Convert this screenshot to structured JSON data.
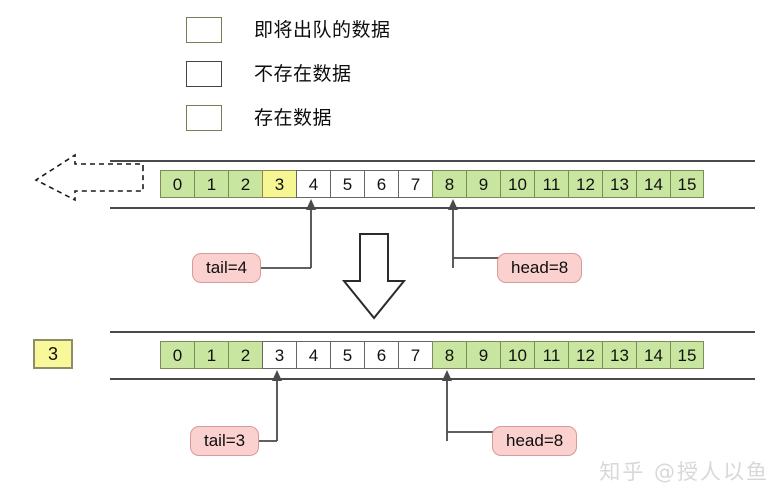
{
  "legend": {
    "items": [
      {
        "label": "即将出队的数据",
        "swatch": "yellow",
        "color": "#F6F694"
      },
      {
        "label": "不存在数据",
        "swatch": "white",
        "color": "#FFFFFF"
      },
      {
        "label": "存在数据",
        "swatch": "green",
        "color": "#C9E6A0"
      }
    ]
  },
  "rows": [
    {
      "id": "before",
      "cells": [
        {
          "index": "0",
          "state": "green"
        },
        {
          "index": "1",
          "state": "green"
        },
        {
          "index": "2",
          "state": "green"
        },
        {
          "index": "3",
          "state": "yellow"
        },
        {
          "index": "4",
          "state": "white"
        },
        {
          "index": "5",
          "state": "white"
        },
        {
          "index": "6",
          "state": "white"
        },
        {
          "index": "7",
          "state": "white"
        },
        {
          "index": "8",
          "state": "green"
        },
        {
          "index": "9",
          "state": "green"
        },
        {
          "index": "10",
          "state": "green"
        },
        {
          "index": "11",
          "state": "green"
        },
        {
          "index": "12",
          "state": "green"
        },
        {
          "index": "13",
          "state": "green"
        },
        {
          "index": "14",
          "state": "green"
        },
        {
          "index": "15",
          "state": "green"
        }
      ],
      "tail_label": "tail=4",
      "head_label": "head=8",
      "tail_target_index": 4,
      "head_target_index": 8
    },
    {
      "id": "after",
      "cells": [
        {
          "index": "0",
          "state": "green"
        },
        {
          "index": "1",
          "state": "green"
        },
        {
          "index": "2",
          "state": "green"
        },
        {
          "index": "3",
          "state": "white"
        },
        {
          "index": "4",
          "state": "white"
        },
        {
          "index": "5",
          "state": "white"
        },
        {
          "index": "6",
          "state": "white"
        },
        {
          "index": "7",
          "state": "white"
        },
        {
          "index": "8",
          "state": "green"
        },
        {
          "index": "9",
          "state": "green"
        },
        {
          "index": "10",
          "state": "green"
        },
        {
          "index": "11",
          "state": "green"
        },
        {
          "index": "12",
          "state": "green"
        },
        {
          "index": "13",
          "state": "green"
        },
        {
          "index": "14",
          "state": "green"
        },
        {
          "index": "15",
          "state": "green"
        }
      ],
      "tail_label": "tail=3",
      "head_label": "head=8",
      "tail_target_index": 3,
      "head_target_index": 8,
      "dequeued_value": "3"
    }
  ],
  "colors": {
    "green": "#C9E6A0",
    "yellow": "#F6F694",
    "white": "#FFFFFF",
    "pill_fill": "#FAD1CF",
    "pill_border": "#D79A97",
    "line": "#4A4A4A"
  },
  "watermark": "知乎 @授人以鱼"
}
